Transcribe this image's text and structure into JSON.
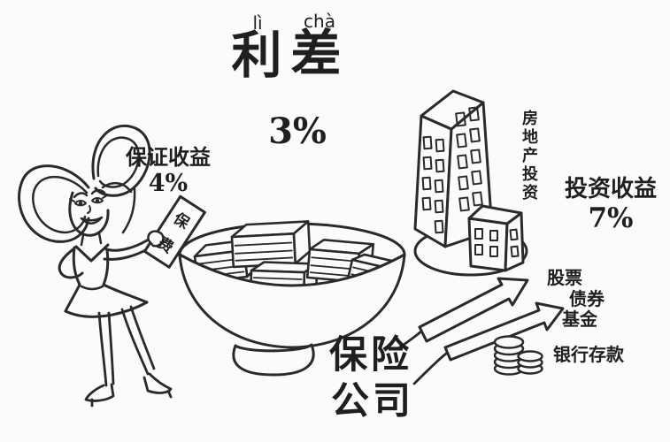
{
  "colors": {
    "ink": "#2a2a2a",
    "background": "#fcfbf9",
    "text": "#1f1f1f"
  },
  "title": {
    "pinyin_li": "lì",
    "pinyin_cha": "chà",
    "text": "利差"
  },
  "spread_rate": "3%",
  "left_side": {
    "guaranteed_label": "保证收益",
    "guaranteed_rate": "4%",
    "premium_note": "保费"
  },
  "right_side": {
    "real_estate": "房地产投资",
    "investment_label": "投资收益",
    "investment_rate": "7%",
    "stocks": "股票",
    "bonds": "债券",
    "funds": "基金",
    "bank_deposit": "银行存款"
  },
  "company": {
    "line1": "保险",
    "line2": "公司"
  }
}
